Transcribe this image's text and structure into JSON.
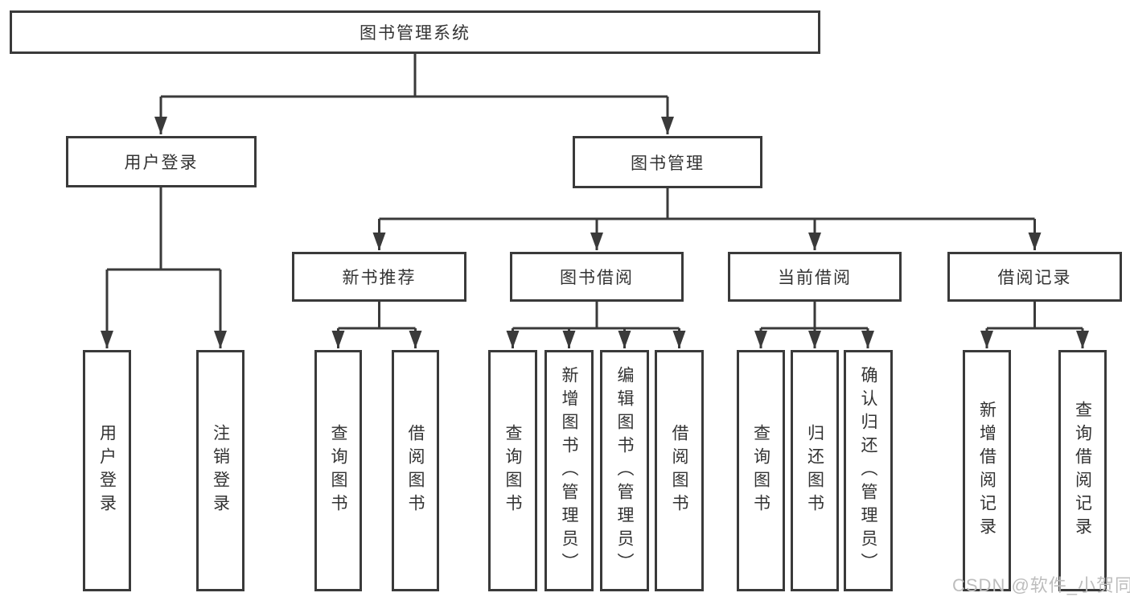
{
  "diagram": {
    "title": "图书管理系统",
    "branches": {
      "user_login": {
        "label": "用户登录",
        "children": [
          "用户登录",
          "注销登录"
        ]
      },
      "book_mgmt": {
        "label": "图书管理",
        "sections": {
          "new_book": {
            "label": "新书推荐",
            "children": [
              "查询图书",
              "借阅图书"
            ]
          },
          "book_borrow": {
            "label": "图书借阅",
            "children": [
              "查询图书",
              "新增图书（管理员）",
              "编辑图书（管理员）",
              "借阅图书"
            ]
          },
          "current_borrow": {
            "label": "当前借阅",
            "children": [
              "查询图书",
              "归还图书",
              "确认归还（管理员）"
            ]
          },
          "borrow_records": {
            "label": "借阅记录",
            "children": [
              "新增借阅记录",
              "查询借阅记录"
            ]
          }
        }
      }
    },
    "watermark": "CSDN @软件_小贺同学",
    "colors": {
      "line": "#3a3a3a",
      "text": "#333333",
      "watermark": "#bdbdbd",
      "background": "#ffffff"
    }
  }
}
